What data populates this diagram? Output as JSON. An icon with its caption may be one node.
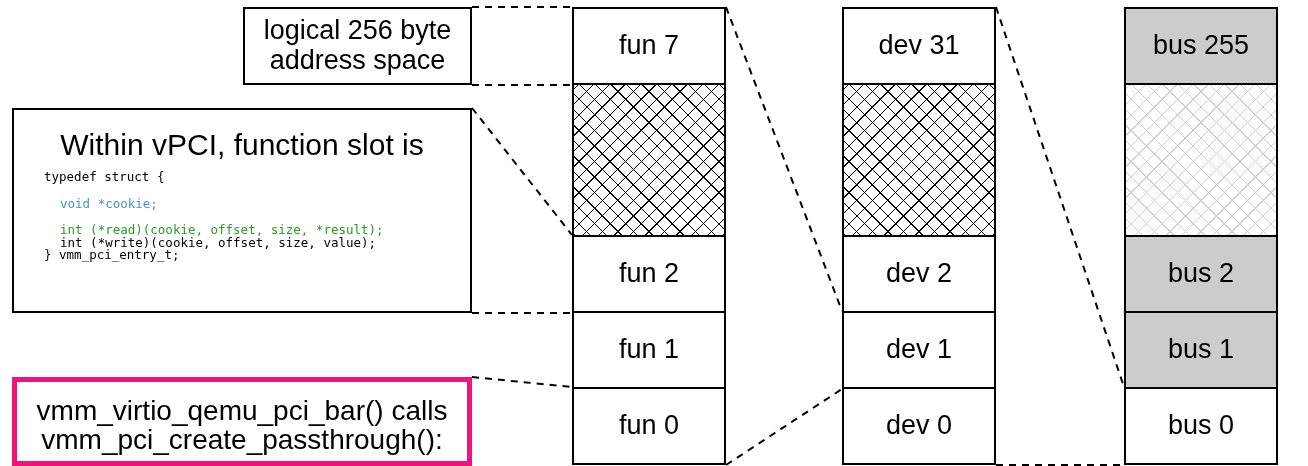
{
  "diagram": {
    "nodes": [
      {
        "text": [
          "logical 256 byte address space"
        ]
      },
      {
        "text": [
          "fun 7"
        ]
      },
      {
        "text": [
          "dev 31"
        ]
      },
      {
        "text": [
          "bus 255"
        ]
      },
      {
        "text": [
          "Within vPCI, function slot is",
          "typedef struct {",
          "void *cookie;",
          "int (*read)(cookie, offset, size, *result);",
          "int (*write)(cookie, offset, size, value);",
          "} vmm_pci_entry_t;"
        ]
      },
      {
        "text": [],
        "shape": "box"
      },
      {
        "text": [],
        "shape": "box"
      },
      {
        "text": [],
        "shape": "box"
      },
      {
        "text": [
          "fun 2"
        ]
      },
      {
        "text": [
          "dev 2"
        ]
      },
      {
        "text": [
          "bus 2"
        ]
      },
      {
        "text": [
          "fun 1"
        ]
      },
      {
        "text": [
          "dev 1"
        ]
      },
      {
        "text": [
          "bus 1"
        ]
      },
      {
        "text": [
          "vmm_virtio_qemu_pci_bar() calls vmm_pci_create_passthrough():"
        ]
      },
      {
        "text": [
          "fun 0"
        ]
      },
      {
        "text": [
          "dev 0"
        ]
      },
      {
        "text": [
          "bus 0"
        ]
      }
    ],
    "edges": [
      {
        "from": 0,
        "to": 1,
        "arrow": "none",
        "style": "dashed"
      },
      {
        "from": 4,
        "to": 8,
        "arrow": "none",
        "style": "dashed"
      },
      {
        "from": 14,
        "to": 15,
        "arrow": "none",
        "style": "dashed"
      },
      {
        "from": 1,
        "to": 12,
        "arrow": "none",
        "style": "dashed"
      },
      {
        "from": 15,
        "to": 12,
        "arrow": "none",
        "style": "dashed"
      },
      {
        "from": 2,
        "to": 17,
        "arrow": "none",
        "style": "dashed"
      },
      {
        "from": 16,
        "to": 17,
        "arrow": "none",
        "style": "dashed"
      }
    ]
  }
}
